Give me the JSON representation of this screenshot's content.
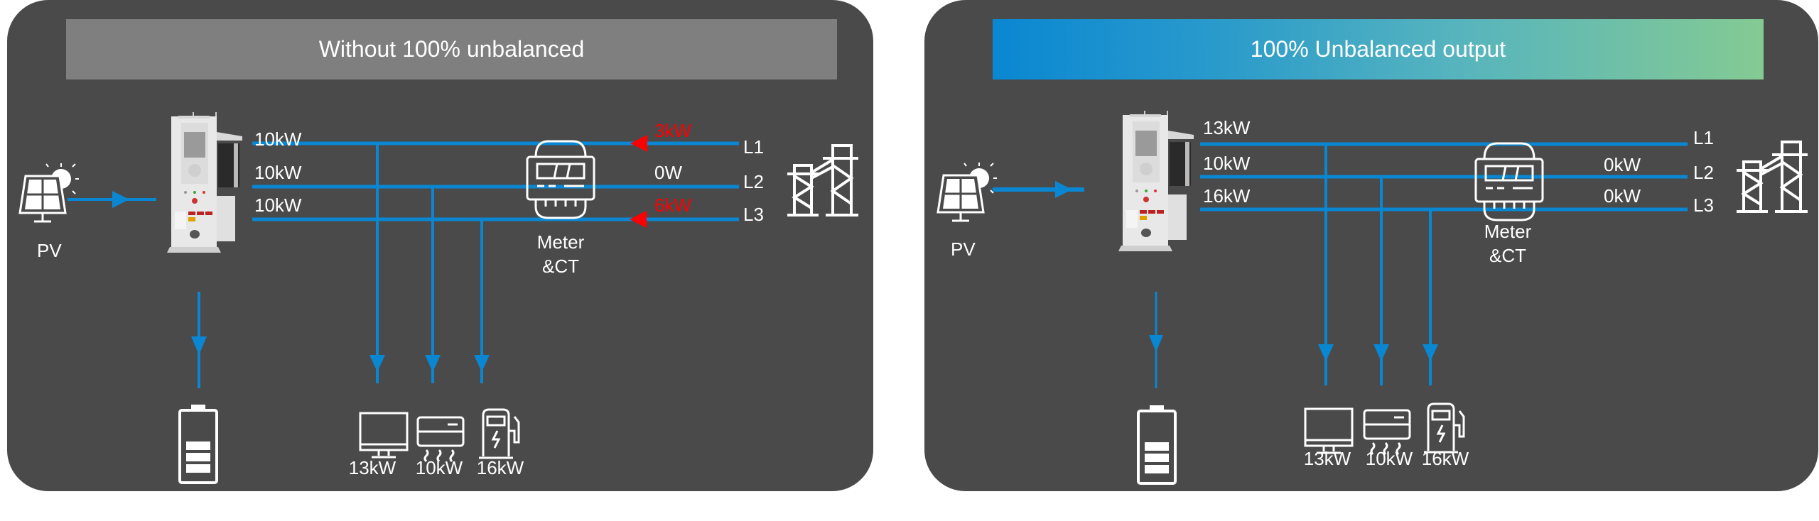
{
  "colors": {
    "line": "#0a87d2",
    "panel_bg": "#4a4a4a",
    "export_arrow": "#ff0000",
    "icon": "#ffffff"
  },
  "left_panel": {
    "title": "Without 100% unbalanced",
    "pv_label": "PV",
    "phase_outputs": [
      "10kW",
      "10kW",
      "10kW"
    ],
    "grid_flows": [
      {
        "phase": "L1",
        "value": "3kW",
        "direction": "from-grid",
        "highlight": true
      },
      {
        "phase": "L2",
        "value": "0W",
        "direction": "none",
        "highlight": false
      },
      {
        "phase": "L3",
        "value": "6kW",
        "direction": "from-grid",
        "highlight": true
      }
    ],
    "meter_label_1": "Meter",
    "meter_label_2": "&CT",
    "phases": [
      "L1",
      "L2",
      "L3"
    ],
    "loads": [
      {
        "icon": "monitor-icon",
        "value": "13kW"
      },
      {
        "icon": "air-conditioner-icon",
        "value": "10kW"
      },
      {
        "icon": "ev-charger-icon",
        "value": "16kW"
      }
    ]
  },
  "right_panel": {
    "title": "100% Unbalanced output",
    "pv_label": "PV",
    "phase_outputs": [
      "13kW",
      "10kW",
      "16kW"
    ],
    "grid_flows": [
      {
        "phase": "L2",
        "value": "0kW"
      },
      {
        "phase": "L3",
        "value": "0kW"
      }
    ],
    "meter_label_1": "Meter",
    "meter_label_2": "&CT",
    "phases": [
      "L1",
      "L2",
      "L3"
    ],
    "loads": [
      {
        "icon": "monitor-icon",
        "value": "13kW"
      },
      {
        "icon": "air-conditioner-icon",
        "value": "10kW"
      },
      {
        "icon": "ev-charger-icon",
        "value": "16kW"
      }
    ]
  }
}
